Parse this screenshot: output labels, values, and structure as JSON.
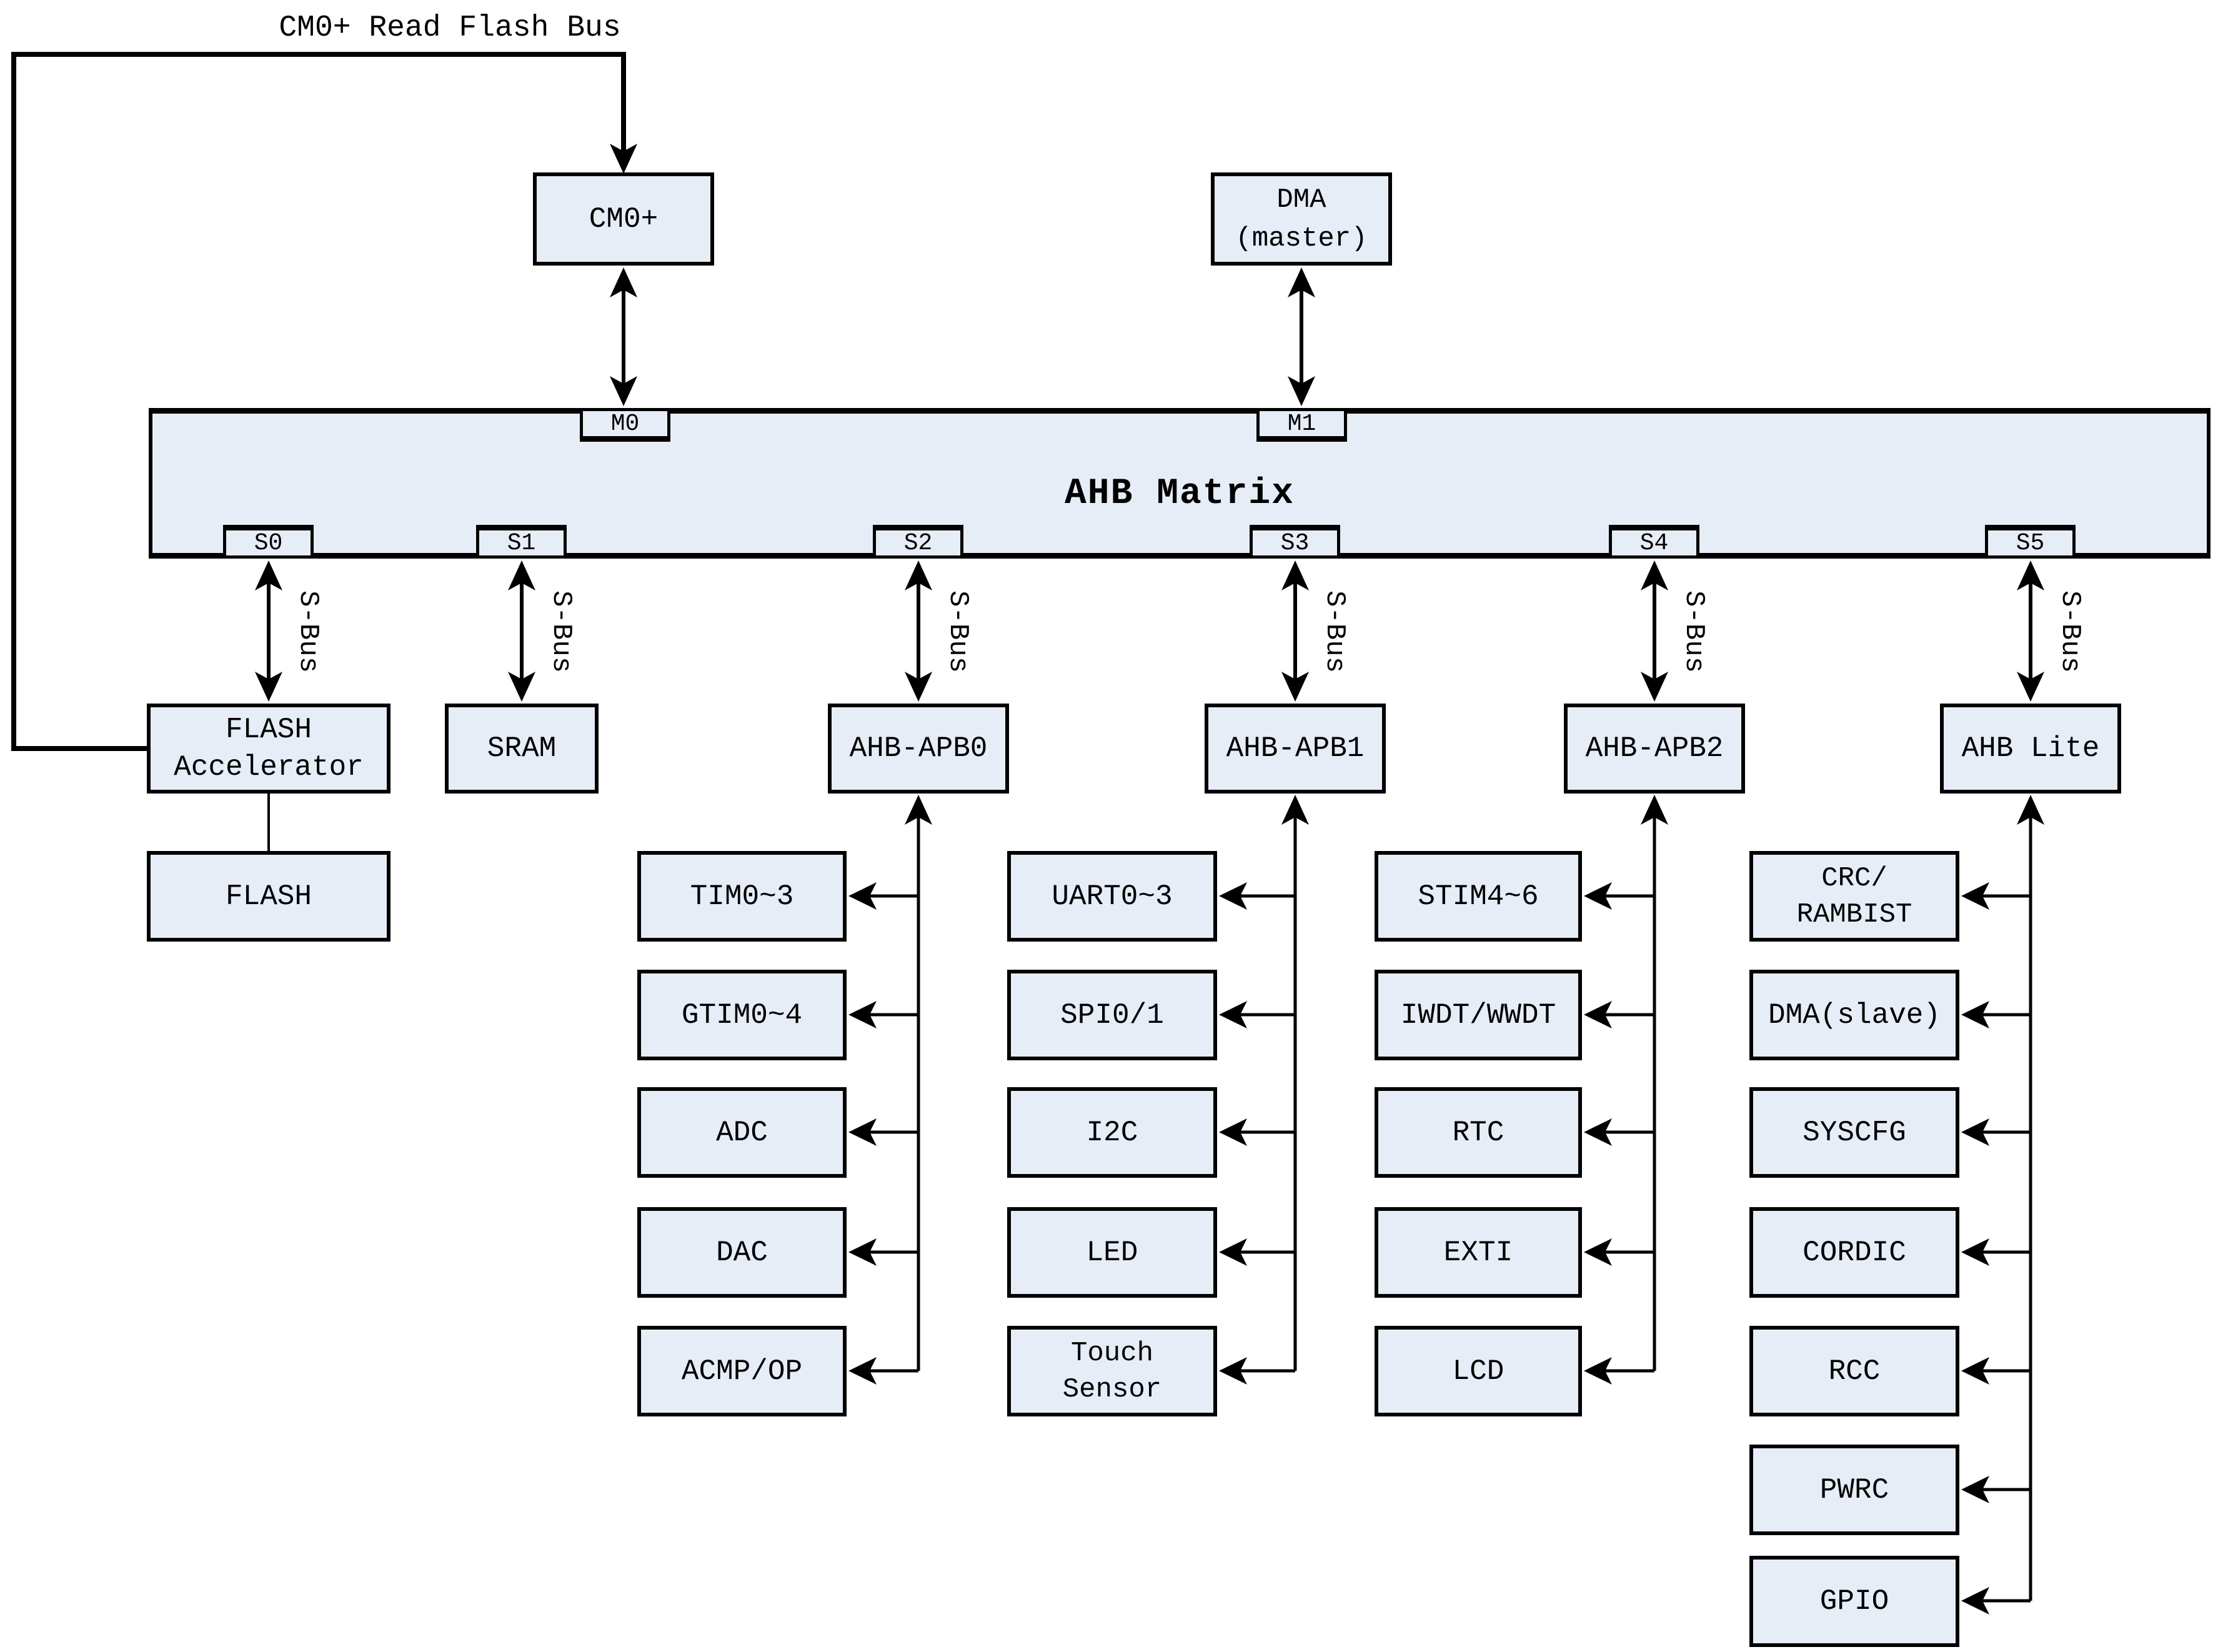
{
  "top_bus": {
    "label": "CM0+ Read Flash Bus"
  },
  "masters": {
    "cm0": "CM0+",
    "dma": "DMA\n(master)"
  },
  "matrix": {
    "title": "AHB Matrix",
    "master_ports": [
      "M0",
      "M1"
    ],
    "slave_ports": [
      "S0",
      "S1",
      "S2",
      "S3",
      "S4",
      "S5"
    ],
    "sbus_label": "S-Bus"
  },
  "bridges": {
    "flash_accelerator": "FLASH\nAccelerator",
    "sram": "SRAM",
    "apb0": "AHB-APB0",
    "apb1": "AHB-APB1",
    "apb2": "AHB-APB2",
    "ahb_lite": "AHB Lite"
  },
  "memory": {
    "flash": "FLASH"
  },
  "peripherals": {
    "apb0": [
      "TIM0~3",
      "GTIM0~4",
      "ADC",
      "DAC",
      "ACMP/OP"
    ],
    "apb1": [
      "UART0~3",
      "SPI0/1",
      "I2C",
      "LED",
      "Touch\nSensor"
    ],
    "apb2": [
      "STIM4~6",
      "IWDT/WWDT",
      "RTC",
      "EXTI",
      "LCD"
    ],
    "ahb_lite": [
      "CRC/\nRAMBIST",
      "DMA(slave)",
      "SYSCFG",
      "CORDIC",
      "RCC",
      "PWRC",
      "GPIO"
    ]
  },
  "colors": {
    "box_fill": "#e7edf7",
    "line": "#000000"
  }
}
